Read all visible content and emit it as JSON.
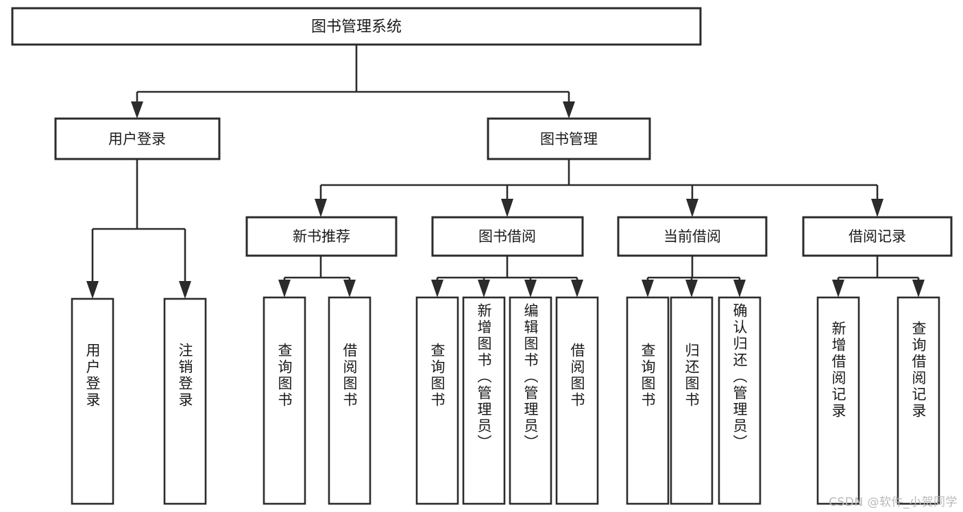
{
  "diagram": {
    "type": "tree",
    "title": "图书管理系统",
    "orientation": "top-down",
    "colors": {
      "box_fill": "#ffffff",
      "box_stroke": "#2b2b2b",
      "connector": "#2b2b2b",
      "text": "#1a1a1a",
      "watermark": "#b9b9b9",
      "background": "#ffffff"
    },
    "root": {
      "label": "图书管理系统"
    },
    "level2": [
      {
        "label": "用户登录"
      },
      {
        "label": "图书管理"
      }
    ],
    "level3": [
      {
        "label": "新书推荐"
      },
      {
        "label": "图书借阅"
      },
      {
        "label": "当前借阅"
      },
      {
        "label": "借阅记录"
      }
    ],
    "leaves": {
      "user_login": [
        {
          "label": "用户登录"
        },
        {
          "label": "注销登录"
        }
      ],
      "new_book_recommend": [
        {
          "label": "查询图书"
        },
        {
          "label": "借阅图书"
        }
      ],
      "book_borrow": [
        {
          "label": "查询图书"
        },
        {
          "label": "新增图书（管理员）"
        },
        {
          "label": "编辑图书（管理员）"
        },
        {
          "label": "借阅图书"
        }
      ],
      "current_borrow": [
        {
          "label": "查询图书"
        },
        {
          "label": "归还图书"
        },
        {
          "label": "确认归还（管理员）"
        }
      ],
      "borrow_record": [
        {
          "label": "新增借阅记录"
        },
        {
          "label": "查询借阅记录"
        }
      ]
    }
  },
  "watermark": {
    "text": "CSDN @软件_小贺同学"
  }
}
